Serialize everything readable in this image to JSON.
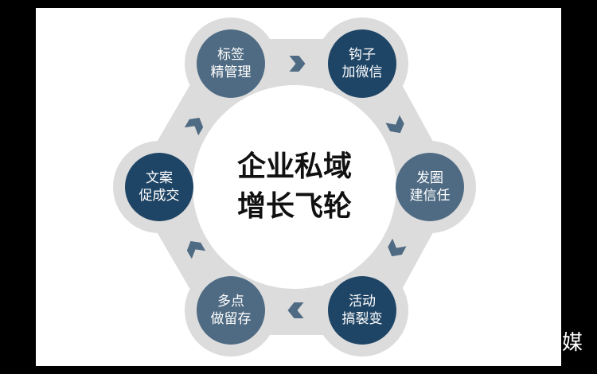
{
  "title_lines": [
    "企业私域",
    "增长飞轮"
  ],
  "nodes": [
    {
      "line1": "标签",
      "line2": "精管理",
      "color": "#4f6b83"
    },
    {
      "line1": "钩子",
      "line2": "加微信",
      "color": "#1f4566"
    },
    {
      "line1": "发圈",
      "line2": "建信任",
      "color": "#4f6b83"
    },
    {
      "line1": "活动",
      "line2": "搞裂变",
      "color": "#1f4566"
    },
    {
      "line1": "多点",
      "line2": "做留存",
      "color": "#4f6b83"
    },
    {
      "line1": "文案",
      "line2": "促成交",
      "color": "#1f4566"
    }
  ],
  "watermark": "媒",
  "colors": {
    "ring": "#dcdcdc",
    "arrow": "#4f6b83"
  }
}
